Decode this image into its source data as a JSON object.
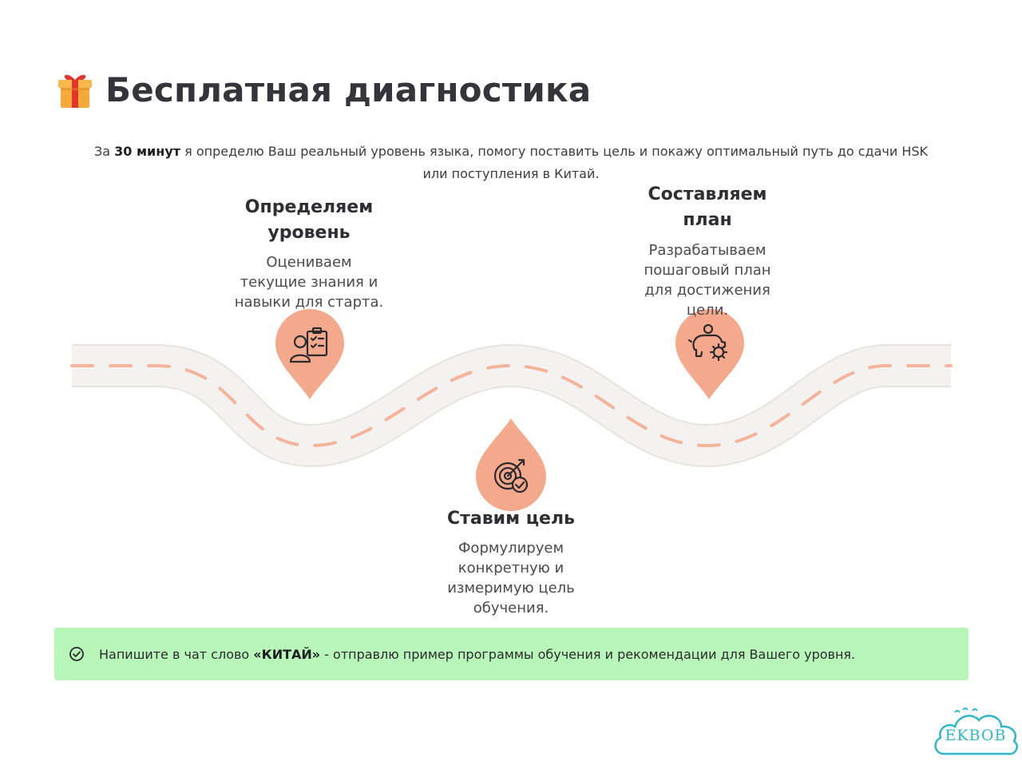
{
  "header": {
    "title": "Бесплатная диагностика",
    "icon": "gift-icon"
  },
  "intro": {
    "prefix": "За ",
    "bold": "30 минут",
    "line1_rest": " я определю Ваш реальный уровень языка, помогу поставить цель и покажу оптимальный путь до сдачи HSK",
    "line2": "или поступления в Китай."
  },
  "colors": {
    "accent": "#f5a98c",
    "road": "#f2f1ef",
    "dash": "#f4b49c",
    "notice_bg": "#b8f5b8",
    "watermark": "#2fb6c8"
  },
  "steps": [
    {
      "title_line1": "Определяем",
      "title_line2": "уровень",
      "desc_lines": [
        "Оцениваем",
        "текущие знания и",
        "навыки для старта."
      ],
      "icon": "person-checklist-icon"
    },
    {
      "title_line1": "Составляем",
      "title_line2": "план",
      "desc_lines": [
        "Разрабатываем",
        "пошаговый план",
        "для достижения",
        "цели."
      ],
      "icon": "piggy-bank-gear-icon"
    },
    {
      "title_line1": "Ставим цель",
      "desc_lines": [
        "Формулируем",
        "конкретную и",
        "измеримую цель",
        "обучения."
      ],
      "icon": "target-check-icon"
    }
  ],
  "notice": {
    "prefix": "Напишите в чат слово ",
    "bold": "«КИТАЙ»",
    "suffix": " - отправлю пример программы обучения и рекомендации для Вашего уровня.",
    "icon": "check-circle-icon"
  },
  "watermark": {
    "text": "EKBOB"
  }
}
